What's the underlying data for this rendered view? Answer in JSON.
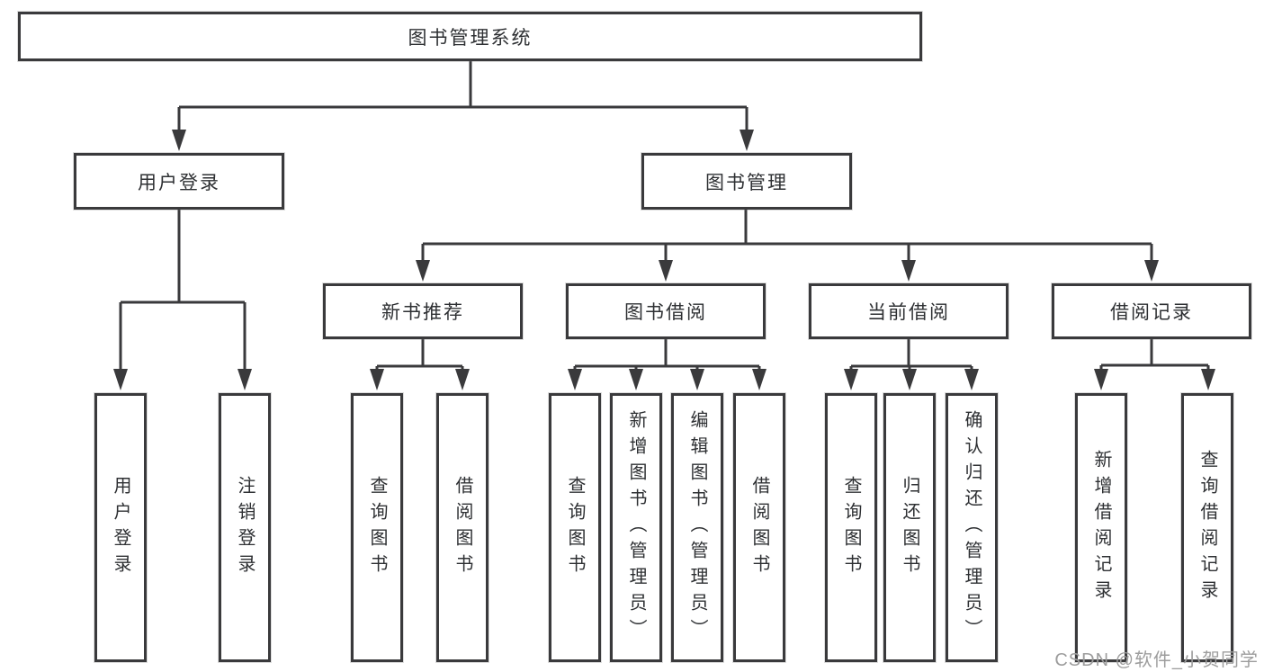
{
  "root": {
    "label": "图书管理系统"
  },
  "level2": {
    "user_login": {
      "label": "用户登录"
    },
    "book_mgmt": {
      "label": "图书管理"
    }
  },
  "level3": {
    "new_books": {
      "label": "新书推荐"
    },
    "book_borrow": {
      "label": "图书借阅"
    },
    "current_borrow": {
      "label": "当前借阅"
    },
    "borrow_records": {
      "label": "借阅记录"
    }
  },
  "leaves": {
    "user_login": [
      {
        "label": "用户登录"
      },
      {
        "label": "注销登录"
      }
    ],
    "new_books": [
      {
        "label": "查询图书"
      },
      {
        "label": "借阅图书"
      }
    ],
    "book_borrow": [
      {
        "label": "查询图书"
      },
      {
        "label": "新增图书（管理员）"
      },
      {
        "label": "编辑图书（管理员）"
      },
      {
        "label": "借阅图书"
      }
    ],
    "current_borrow": [
      {
        "label": "查询图书"
      },
      {
        "label": "归还图书"
      },
      {
        "label": "确认归还（管理员）"
      }
    ],
    "borrow_records": [
      {
        "label": "新增借阅记录"
      },
      {
        "label": "查询借阅记录"
      }
    ]
  },
  "watermark": "CSDN @软件_小贺同学",
  "colors": {
    "line": "#3a3a3c",
    "text": "#2e3033",
    "watermark": "#9d9d9d",
    "background": "#ffffff"
  }
}
